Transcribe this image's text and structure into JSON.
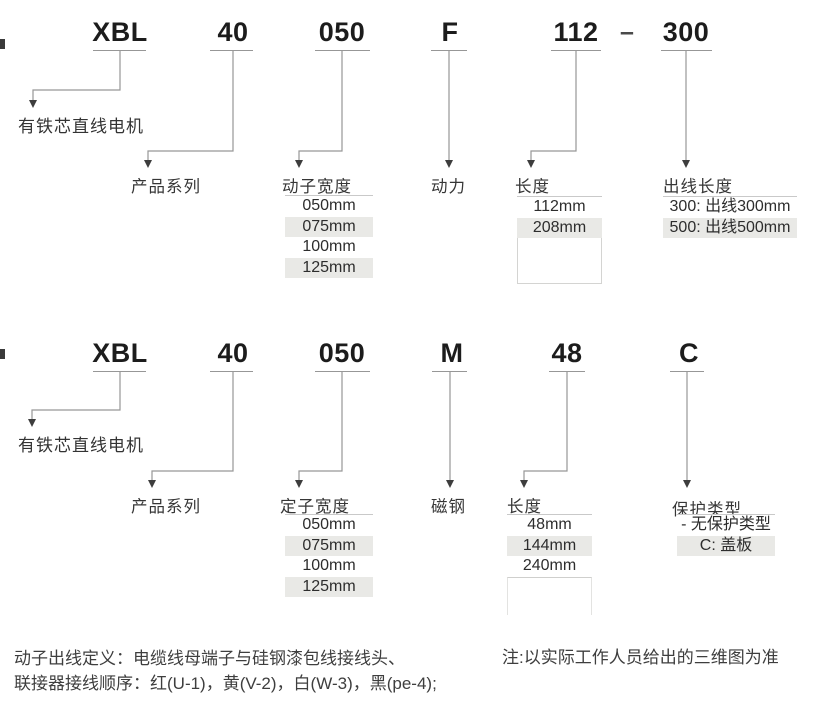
{
  "colors": {
    "code_text": "#1c1c1c",
    "label_text": "#363636",
    "connector_line": "#979797",
    "arrow": "#3d3d3d",
    "row_alt_bg": "#e9e9e6",
    "row_border": "#c9c9c9",
    "note_text": "#3e3e3e"
  },
  "diagram_top": {
    "codes": [
      "XBL",
      "40",
      "050",
      "F",
      "112",
      "300"
    ],
    "separator": "–",
    "root_label": "有铁芯直线电机",
    "fields": [
      {
        "label": "产品系列",
        "options": []
      },
      {
        "label": "动子宽度",
        "options": [
          "050mm",
          "075mm",
          "100mm",
          "125mm"
        ]
      },
      {
        "label": "动力",
        "options": []
      },
      {
        "label": "长度",
        "options": [
          "112mm",
          "208mm"
        ]
      },
      {
        "label": "出线长度",
        "options": [
          "300: 出线300mm",
          "500: 出线500mm"
        ]
      }
    ]
  },
  "diagram_bottom": {
    "codes": [
      "XBL",
      "40",
      "050",
      "M",
      "48",
      "C"
    ],
    "root_label": "有铁芯直线电机",
    "fields": [
      {
        "label": "产品系列",
        "options": []
      },
      {
        "label": "定子宽度",
        "options": [
          "050mm",
          "075mm",
          "100mm",
          "125mm"
        ]
      },
      {
        "label": "磁钢",
        "options": []
      },
      {
        "label": "长度",
        "options": [
          "48mm",
          "144mm",
          "240mm"
        ]
      },
      {
        "label": "保护类型",
        "options": [
          "- 无保护类型",
          "C: 盖板"
        ]
      }
    ]
  },
  "notes": {
    "left_line1": "动子出线定义：电缆线母端子与硅钢漆包线接线头、",
    "left_line2": "联接器接线顺序：红(U-1)，黄(V-2)，白(W-3)，黑(pe-4);",
    "right": "注:以实际工作人员给出的三维图为准"
  }
}
